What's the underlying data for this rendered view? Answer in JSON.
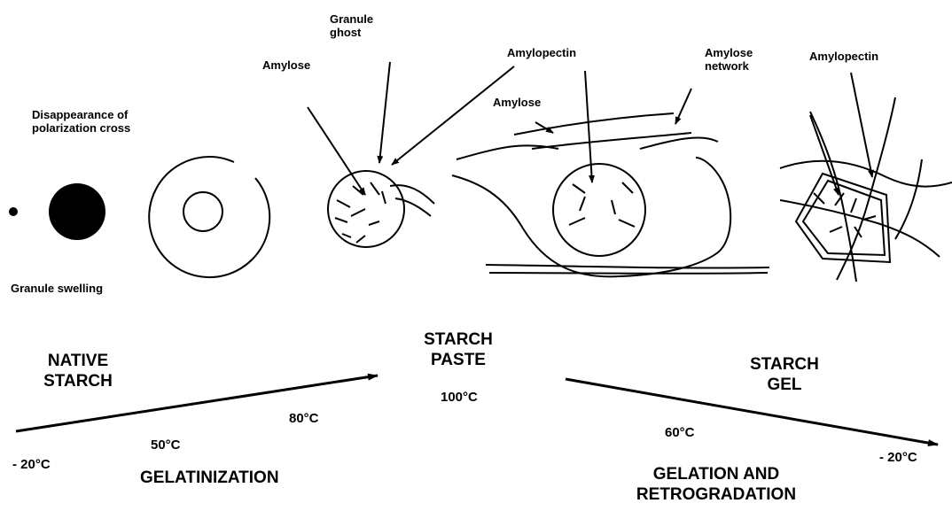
{
  "labels": {
    "granule_ghost": "Granule\nghost",
    "amylose_1": "Amylose",
    "amylopectin_1": "Amylopectin",
    "amylose_network": "Amylose\nnetwork",
    "amylopectin_2": "Amylopectin",
    "amylose_2": "Amylose",
    "disappearance": "Disappearance of\npolarization cross",
    "granule_swelling": "Granule swelling"
  },
  "stages": {
    "native": "NATIVE\nSTARCH",
    "paste": "STARCH\nPASTE",
    "gel": "STARCH\nGEL"
  },
  "temperatures": {
    "t_paste": "100°C",
    "t_80": "80°C",
    "t_50": "50°C",
    "t_start": "- 20°C",
    "t_60": "60°C",
    "t_end": "- 20°C"
  },
  "processes": {
    "gelatinization": "GELATINIZATION",
    "gelation": "GELATION AND\nRETROGRADATION"
  }
}
